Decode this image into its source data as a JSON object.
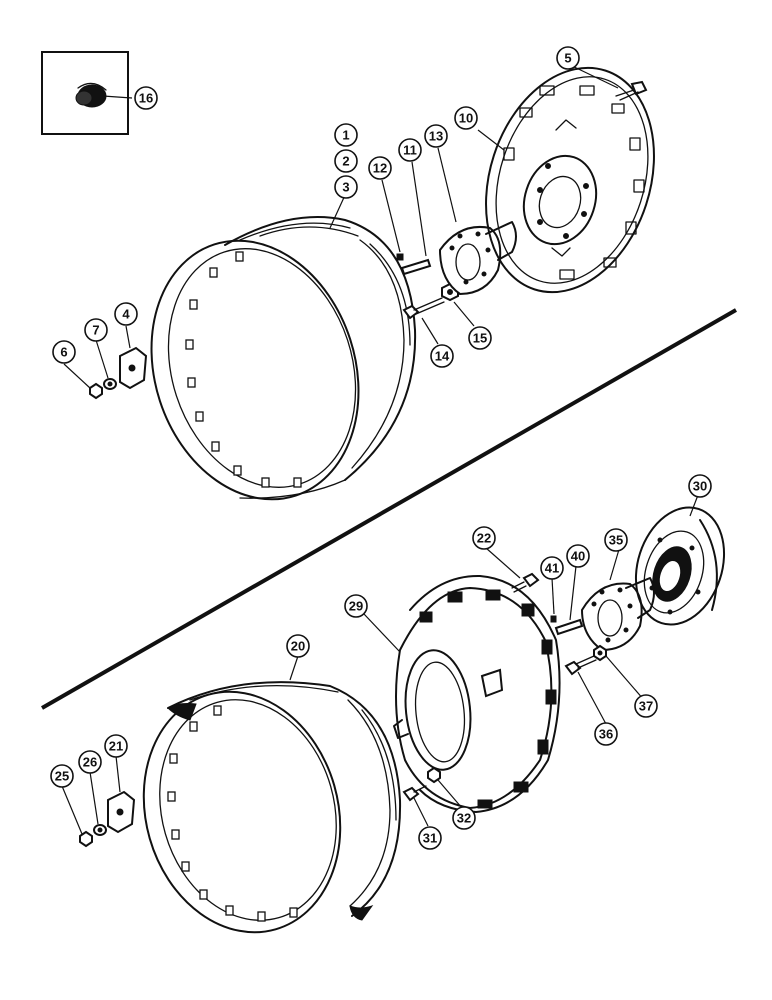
{
  "callouts": {
    "c1": "1",
    "c2": "2",
    "c3": "3",
    "c4": "4",
    "c5": "5",
    "c6": "6",
    "c7": "7",
    "c10": "10",
    "c11": "11",
    "c12": "12",
    "c13": "13",
    "c14": "14",
    "c15": "15",
    "c16": "16",
    "c20": "20",
    "c21": "21",
    "c22": "22",
    "c25": "25",
    "c26": "26",
    "c29": "29",
    "c30": "30",
    "c31": "31",
    "c32": "32",
    "c35": "35",
    "c36": "36",
    "c37": "37",
    "c40": "40",
    "c41": "41"
  }
}
